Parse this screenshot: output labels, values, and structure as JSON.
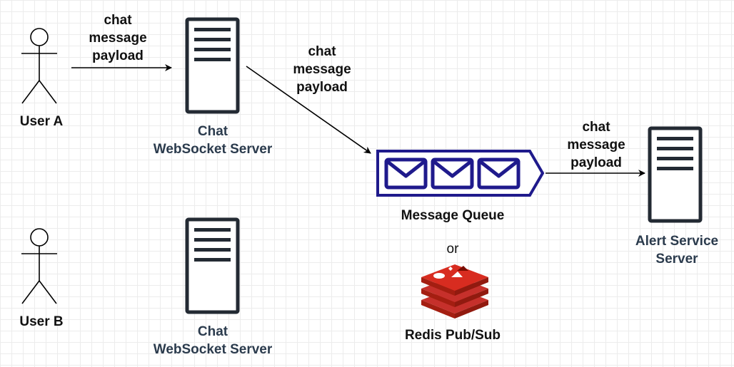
{
  "actors": {
    "user_a": "User A",
    "user_b": "User B"
  },
  "servers": {
    "chat_server_1": [
      "Chat",
      "WebSocket Server"
    ],
    "chat_server_2": [
      "Chat",
      "WebSocket Server"
    ],
    "alert_server": [
      "Alert Service",
      "Server"
    ]
  },
  "queue": {
    "label": "Message Queue",
    "or": "or",
    "redis_label": "Redis Pub/Sub"
  },
  "edges": {
    "user_to_chat": [
      "chat",
      "message",
      "payload"
    ],
    "chat_to_queue": [
      "chat",
      "message",
      "payload"
    ],
    "queue_to_alert": [
      "chat",
      "message",
      "payload"
    ]
  },
  "colors": {
    "server_stroke": "#232a33",
    "queue_stroke": "#1f1a8c",
    "redis_red": "#c6302b",
    "redis_dark": "#a41e11",
    "edge": "#000000"
  },
  "icons": {
    "actor": "stick-figure-icon",
    "server": "server-rack-icon",
    "queue": "message-queue-envelopes-icon",
    "redis": "redis-logo-icon"
  }
}
